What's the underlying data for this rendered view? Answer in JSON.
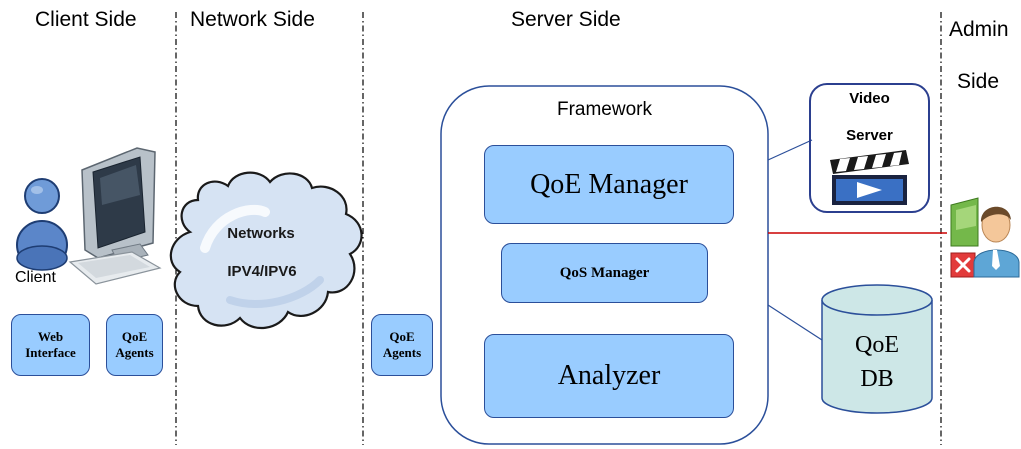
{
  "sections": {
    "client": "Client Side",
    "network": "Network Side",
    "server": "Server Side",
    "admin_line1": "Admin",
    "admin_line2": "Side"
  },
  "client": {
    "label": "Client",
    "web_interface_line1": "Web",
    "web_interface_line2": "Interface",
    "qoe_agents_line1": "QoE",
    "qoe_agents_line2": "Agents"
  },
  "network": {
    "line1": "Networks",
    "line2": "IPV4/IPV6",
    "agents_line1": "QoE",
    "agents_line2": "Agents"
  },
  "framework": {
    "title": "Framework",
    "qoe_manager": "QoE Manager",
    "qos_manager": "QoS Manager",
    "analyzer": "Analyzer"
  },
  "video_server": {
    "line1": "Video",
    "line2": "Server"
  },
  "database": {
    "line1": "QoE",
    "line2": "DB"
  },
  "colors": {
    "box_fill": "#99ccff",
    "box_border": "#2b4f9a",
    "db_fill": "#cde7e7",
    "admin_link": "#cc0000"
  }
}
